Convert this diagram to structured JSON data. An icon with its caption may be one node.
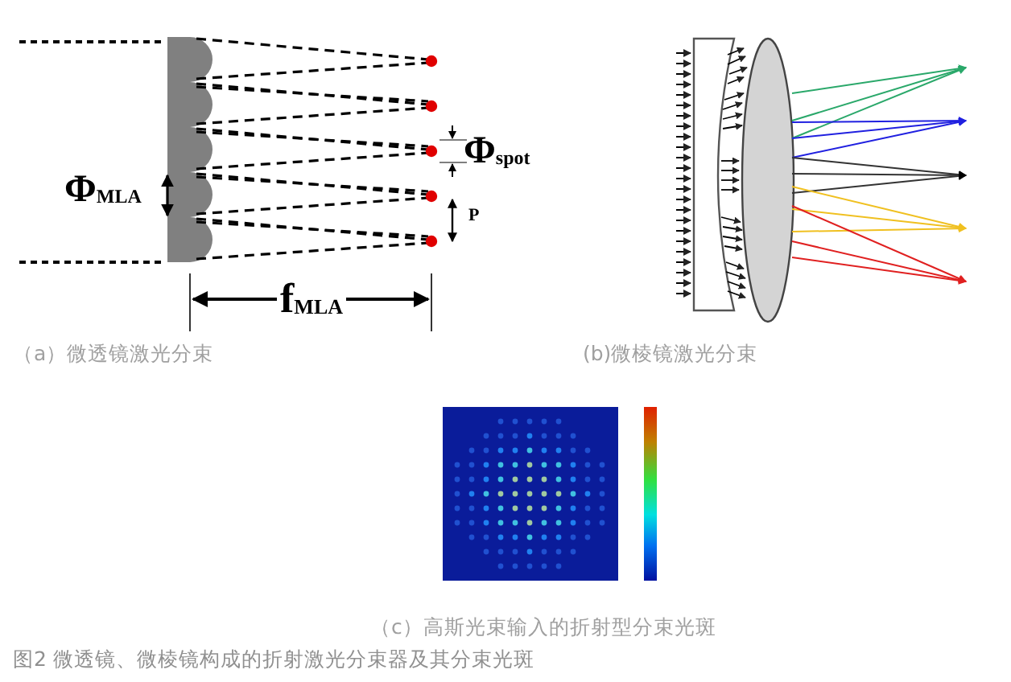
{
  "diagram": {
    "caption": "图2 微透镜、微棱镜构成的折射激光分束器及其分束光斑",
    "labels": [
      "Φ$_{spot}$",
      "Φ$_{MLA}$",
      "P",
      "f$_{MLA}$",
      "（a）微透镜激光分束",
      "(b)微棱镜激光分束",
      "（c）高斯光束输入的折射型分束光斑"
    ]
  }
}
